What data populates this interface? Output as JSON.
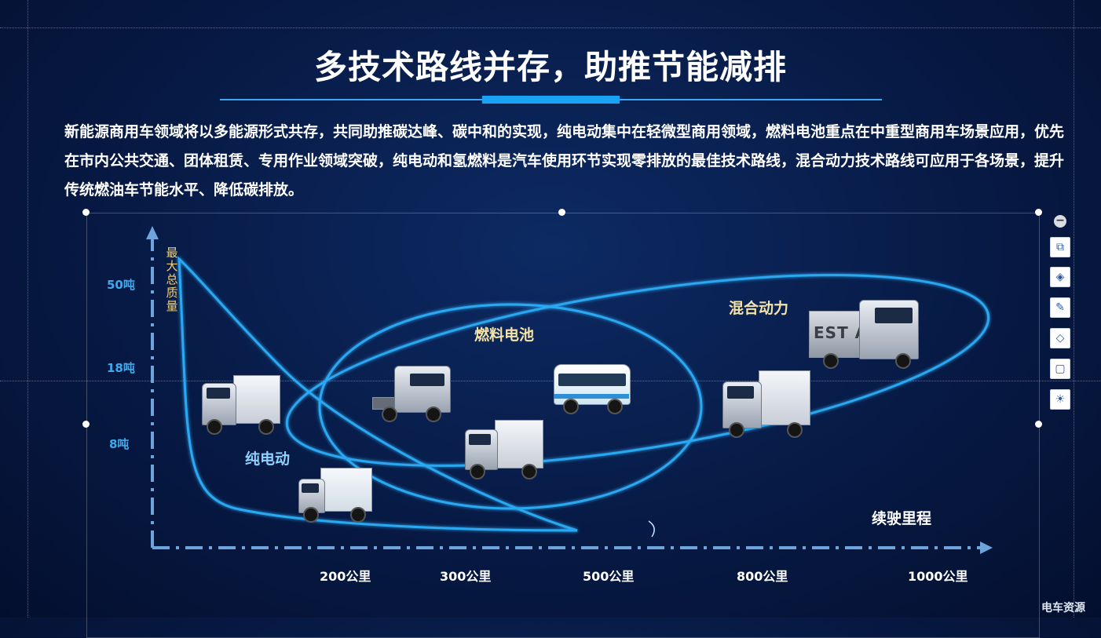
{
  "header": {
    "title": "多技术路线并存，助推节能减排",
    "paragraph": "新能源商用车领域将以多能源形式共存，共同助推碳达峰、碳中和的实现，纯电动集中在轻微型商用领域，燃料电池重点在中重型商用车场景应用，优先在市内公共交通、团体租赁、专用作业领域突破，纯电动和氢燃料是汽车使用环节实现零排放的最佳技术路线，混合动力技术路线可应用于各场景，提升传统燃油车节能水平、降低碳排放。"
  },
  "diagram": {
    "y_axis_title": "最大总质量",
    "x_axis_title": "续驶里程",
    "y_ticks": [
      "50吨",
      "18吨",
      "8吨"
    ],
    "x_ticks": [
      "200公里",
      "300公里",
      "500公里",
      "800公里",
      "1000公里"
    ],
    "regions": [
      {
        "name": "纯电动"
      },
      {
        "name": "燃料电池"
      },
      {
        "name": "混合动力"
      }
    ],
    "truck_logo_text": "EST A",
    "colors": {
      "region_stroke": "#2aa8f2",
      "axis": "#6fa3dc",
      "accent": "#19a3f5"
    }
  },
  "toolbar": {
    "minus": "−",
    "buttons": [
      "crop-icon",
      "layers-icon",
      "pen-icon",
      "fill-icon",
      "frame-icon",
      "bulb-icon"
    ]
  },
  "watermark": "电车资源"
}
